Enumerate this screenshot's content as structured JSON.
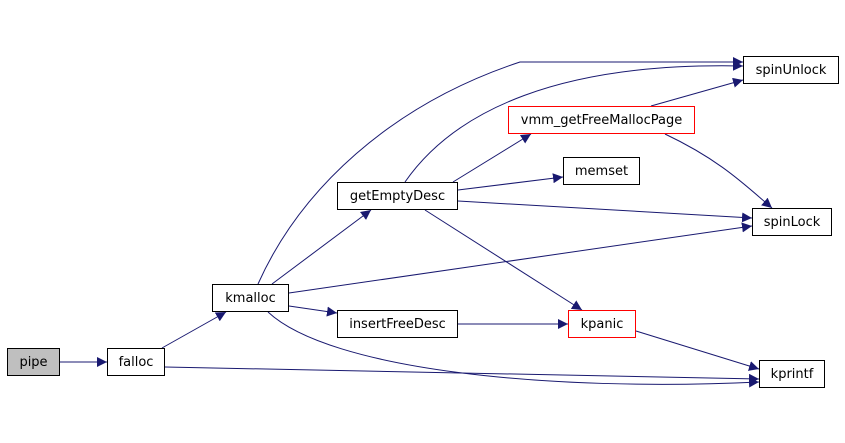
{
  "graph": {
    "edge_color": "#191970",
    "root_fill": "#bfbfbf",
    "highlight_border": "#ff0000",
    "nodes": {
      "pipe": "pipe",
      "falloc": "falloc",
      "kmalloc": "kmalloc",
      "getEmptyDesc": "getEmptyDesc",
      "insertFreeDesc": "insertFreeDesc",
      "vmm_getFreeMallocPage": "vmm_getFreeMallocPage",
      "memset": "memset",
      "kpanic": "kpanic",
      "spinUnlock": "spinUnlock",
      "spinLock": "spinLock",
      "kprintf": "kprintf"
    },
    "edges": [
      [
        "pipe",
        "falloc"
      ],
      [
        "falloc",
        "kmalloc"
      ],
      [
        "falloc",
        "kprintf"
      ],
      [
        "kmalloc",
        "getEmptyDesc"
      ],
      [
        "kmalloc",
        "insertFreeDesc"
      ],
      [
        "kmalloc",
        "spinUnlock"
      ],
      [
        "kmalloc",
        "spinLock"
      ],
      [
        "kmalloc",
        "kprintf"
      ],
      [
        "getEmptyDesc",
        "vmm_getFreeMallocPage"
      ],
      [
        "getEmptyDesc",
        "memset"
      ],
      [
        "getEmptyDesc",
        "spinUnlock"
      ],
      [
        "getEmptyDesc",
        "spinLock"
      ],
      [
        "getEmptyDesc",
        "kpanic"
      ],
      [
        "vmm_getFreeMallocPage",
        "spinUnlock"
      ],
      [
        "vmm_getFreeMallocPage",
        "spinLock"
      ],
      [
        "insertFreeDesc",
        "kpanic"
      ],
      [
        "kpanic",
        "kprintf"
      ]
    ]
  }
}
